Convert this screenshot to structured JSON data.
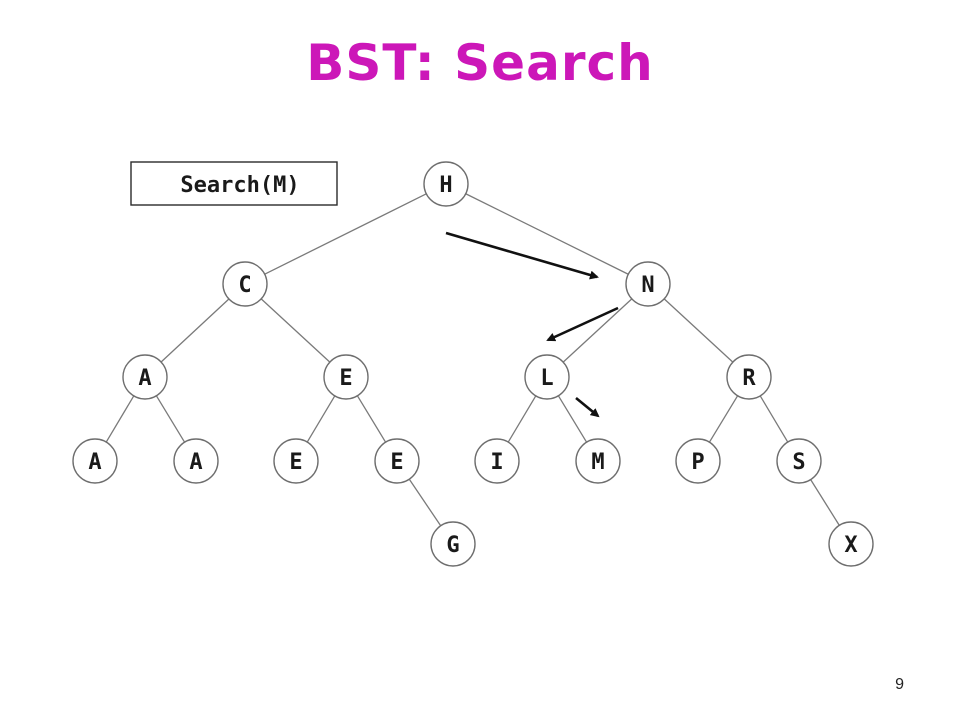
{
  "slide": {
    "title": "BST: Search",
    "page_number": "9"
  },
  "search_box": {
    "label": "Search(M)"
  },
  "colors": {
    "title": "#cc17b8",
    "arrow": "#111111"
  },
  "tree": {
    "nodes": [
      {
        "id": "n1",
        "label": "H"
      },
      {
        "id": "n2",
        "label": "C"
      },
      {
        "id": "n3",
        "label": "N"
      },
      {
        "id": "n4",
        "label": "A"
      },
      {
        "id": "n5",
        "label": "E"
      },
      {
        "id": "n6",
        "label": "L"
      },
      {
        "id": "n7",
        "label": "R"
      },
      {
        "id": "n8",
        "label": "A"
      },
      {
        "id": "n9",
        "label": "A"
      },
      {
        "id": "n10",
        "label": "E"
      },
      {
        "id": "n11",
        "label": "E"
      },
      {
        "id": "n12",
        "label": "I"
      },
      {
        "id": "n13",
        "label": "M"
      },
      {
        "id": "n14",
        "label": "P"
      },
      {
        "id": "n15",
        "label": "S"
      },
      {
        "id": "n16",
        "label": "G"
      },
      {
        "id": "n17",
        "label": "X"
      }
    ],
    "edges": [
      {
        "from": "n1",
        "to": "n2"
      },
      {
        "from": "n1",
        "to": "n3"
      },
      {
        "from": "n2",
        "to": "n4"
      },
      {
        "from": "n2",
        "to": "n5"
      },
      {
        "from": "n3",
        "to": "n6"
      },
      {
        "from": "n3",
        "to": "n7"
      },
      {
        "from": "n4",
        "to": "n8"
      },
      {
        "from": "n4",
        "to": "n9"
      },
      {
        "from": "n5",
        "to": "n10"
      },
      {
        "from": "n5",
        "to": "n11"
      },
      {
        "from": "n6",
        "to": "n12"
      },
      {
        "from": "n6",
        "to": "n13"
      },
      {
        "from": "n7",
        "to": "n14"
      },
      {
        "from": "n7",
        "to": "n15"
      },
      {
        "from": "n11",
        "to": "n16"
      },
      {
        "from": "n15",
        "to": "n17"
      }
    ],
    "search_path": [
      {
        "from": "n1",
        "to": "n3"
      },
      {
        "from": "n3",
        "to": "n6"
      },
      {
        "from": "n6",
        "to": "n13"
      }
    ]
  }
}
